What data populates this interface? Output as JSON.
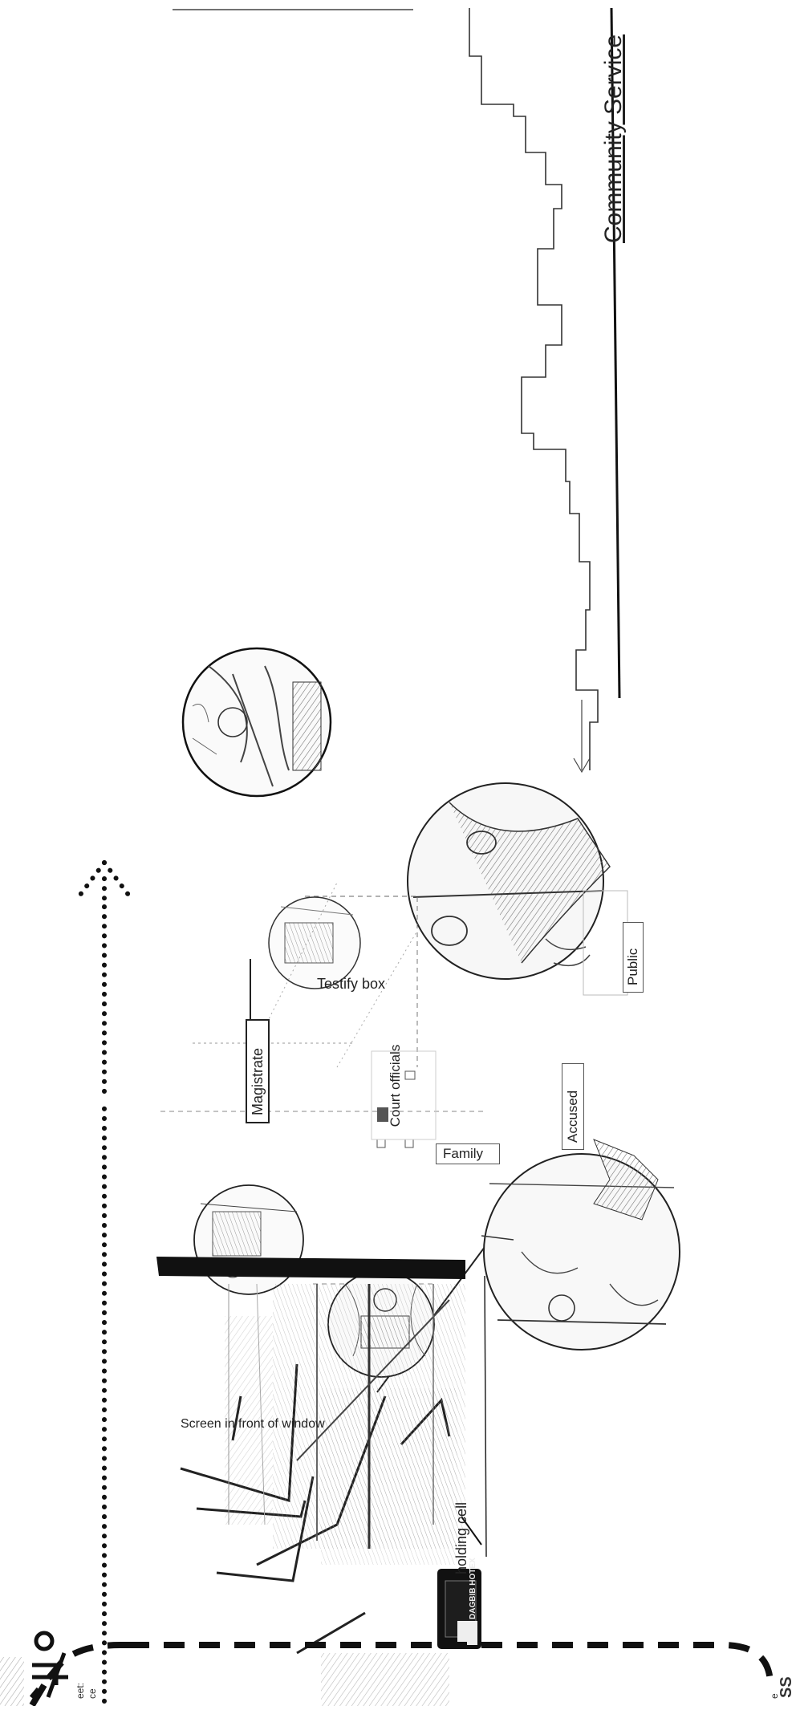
{
  "labels": {
    "community_service": "Community Service",
    "testify_box": "Testify box",
    "magistrate": "Magistrate",
    "court_officials": "Court officials",
    "accused": "Accused",
    "public": "Public",
    "family": "Family",
    "screen": "Screen in front of window",
    "holding_cell": "holding cell",
    "sign_text": "DAGBIB HOTEX"
  },
  "cropped_edge": {
    "line1": "eet:",
    "line2": "ce",
    "bottom_a": "e",
    "bottom_b": "SS"
  },
  "colors": {
    "ink": "#1a1a1a",
    "pencil": "#555555",
    "paper": "#ffffff"
  },
  "icons": [
    "scissors-icon",
    "dotted-arrow-up-icon"
  ]
}
